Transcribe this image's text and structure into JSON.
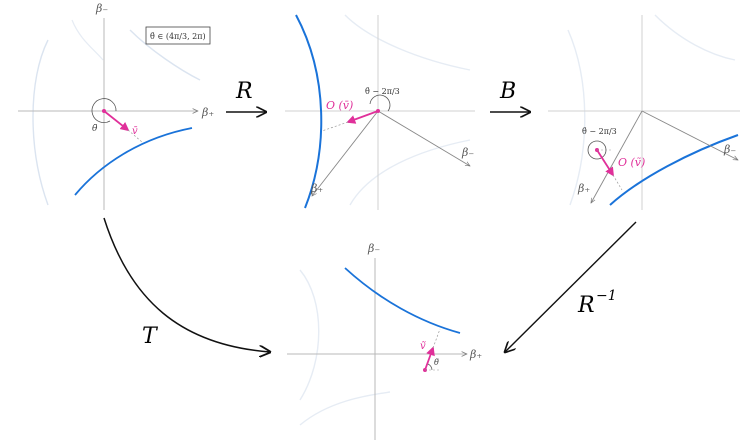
{
  "colors": {
    "pink": "#e0309a",
    "blue": "#1a73d9",
    "faint": "#dbe4f0",
    "axis": "#b9b9b9",
    "arrow": "#111111"
  },
  "maps": {
    "R": "R",
    "B": "B",
    "T": "T",
    "Rinv_base": "R",
    "Rinv_exp": "−1"
  },
  "box": {
    "text": "θ̄ ∈ (4π/3, 2π)"
  },
  "axes": {
    "beta_minus": "β₋",
    "beta_plus": "β₊"
  },
  "panel1": {
    "theta_bar": "θ̄",
    "v_bar": "v̄"
  },
  "panel2": {
    "O_vbar": "O (v̄)",
    "angle": "θ̄ − 2π/3"
  },
  "panel3": {
    "O_vtilde": "O (ṽ)",
    "angle": "θ̄ − 2π/3"
  },
  "panel4": {
    "v_tilde": "ṽ",
    "theta_tilde": "θ̃"
  }
}
